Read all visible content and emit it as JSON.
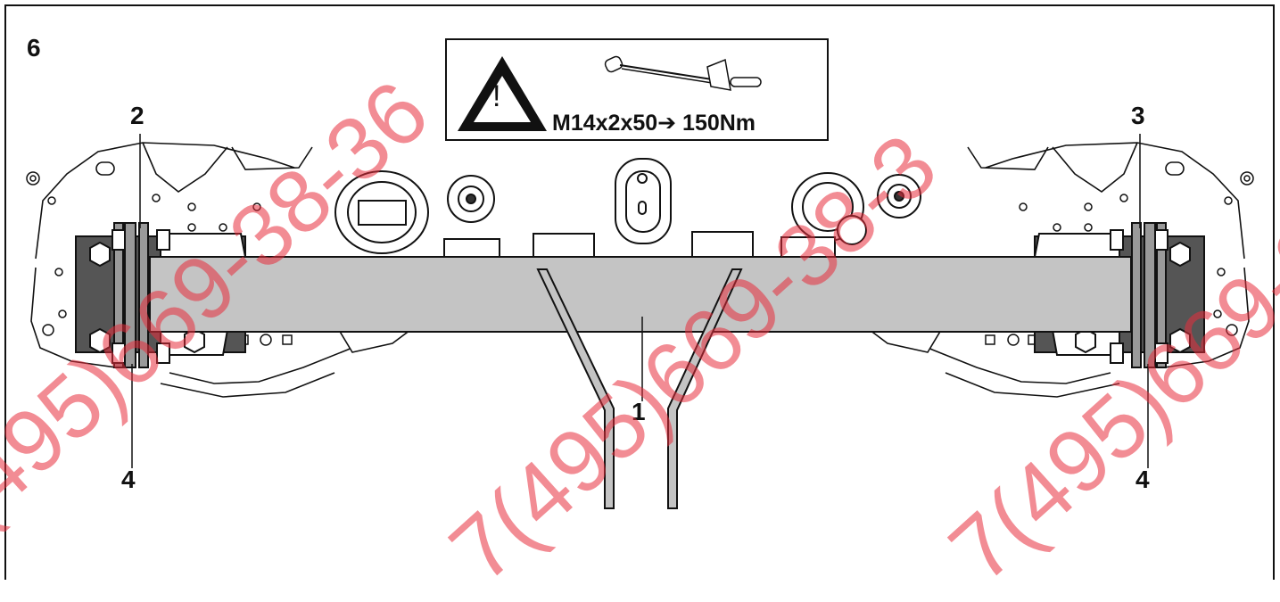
{
  "figure": {
    "number": "6",
    "torque_spec": "M14x2x50➔ 150Nm",
    "callouts": {
      "c1": "1",
      "c2": "2",
      "c3": "3",
      "c4_left": "4",
      "c4_right": "4"
    }
  },
  "warning": {
    "exclamation": "!",
    "icons": [
      "warning-triangle-icon",
      "torque-wrench-icon"
    ]
  },
  "watermark": {
    "text_a": "(495)669-38-36",
    "text_b": "7(495)669-38-3",
    "text_c": "7(495)669-38",
    "color": "#e82d3c"
  },
  "colors": {
    "beam": "#c4c4c4",
    "bracket": "#555555",
    "plate": "#9a9a9a",
    "line": "#111111"
  }
}
